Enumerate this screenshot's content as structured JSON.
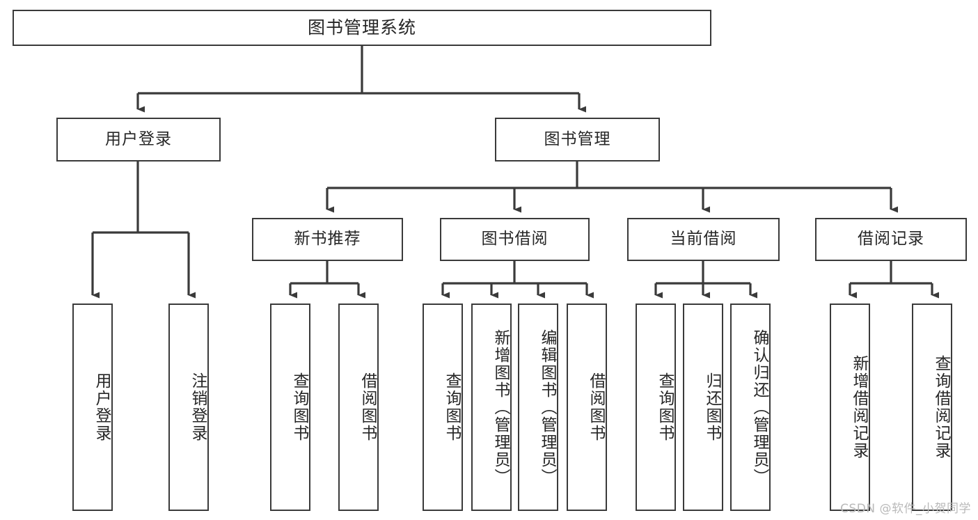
{
  "diagram": {
    "type": "tree-hierarchy-chart",
    "title_node": {
      "label": "图书管理系统"
    },
    "level1": [
      {
        "id": "user-login",
        "label": "用户登录"
      },
      {
        "id": "book-management",
        "label": "图书管理"
      }
    ],
    "level2": [
      {
        "id": "new-book-recommend",
        "label": "新书推荐",
        "parent": "book-management"
      },
      {
        "id": "book-borrow",
        "label": "图书借阅",
        "parent": "book-management"
      },
      {
        "id": "current-borrow",
        "label": "当前借阅",
        "parent": "book-management"
      },
      {
        "id": "borrow-record",
        "label": "借阅记录",
        "parent": "book-management"
      }
    ],
    "leaves": {
      "user-login": [
        {
          "id": "leaf-user-login",
          "label": "用户登录"
        },
        {
          "id": "leaf-logout-login",
          "label": "注销登录"
        }
      ],
      "new-book-recommend": [
        {
          "id": "leaf-query-book-1",
          "label": "查询图书"
        },
        {
          "id": "leaf-borrow-book-1",
          "label": "借阅图书"
        }
      ],
      "book-borrow": [
        {
          "id": "leaf-query-book-2",
          "label": "查询图书"
        },
        {
          "id": "leaf-add-book",
          "label": "新增图书（管理员）"
        },
        {
          "id": "leaf-edit-book",
          "label": "编辑图书（管理员）"
        },
        {
          "id": "leaf-borrow-book-2",
          "label": "借阅图书"
        }
      ],
      "current-borrow": [
        {
          "id": "leaf-query-book-3",
          "label": "查询图书"
        },
        {
          "id": "leaf-return-book",
          "label": "归还图书"
        },
        {
          "id": "leaf-confirm-return",
          "label": "确认归还（管理员）"
        }
      ],
      "borrow-record": [
        {
          "id": "leaf-add-borrow-record",
          "label": "新增借阅记录"
        },
        {
          "id": "leaf-query-borrow-record",
          "label": "查询借阅记录"
        }
      ]
    },
    "colors": {
      "stroke": "#3a3a3a",
      "fill": "#ffffff",
      "text": "#262626",
      "watermark": "#b9b9b9"
    }
  },
  "watermark": {
    "text": "CSDN @软件_小贺同学"
  }
}
